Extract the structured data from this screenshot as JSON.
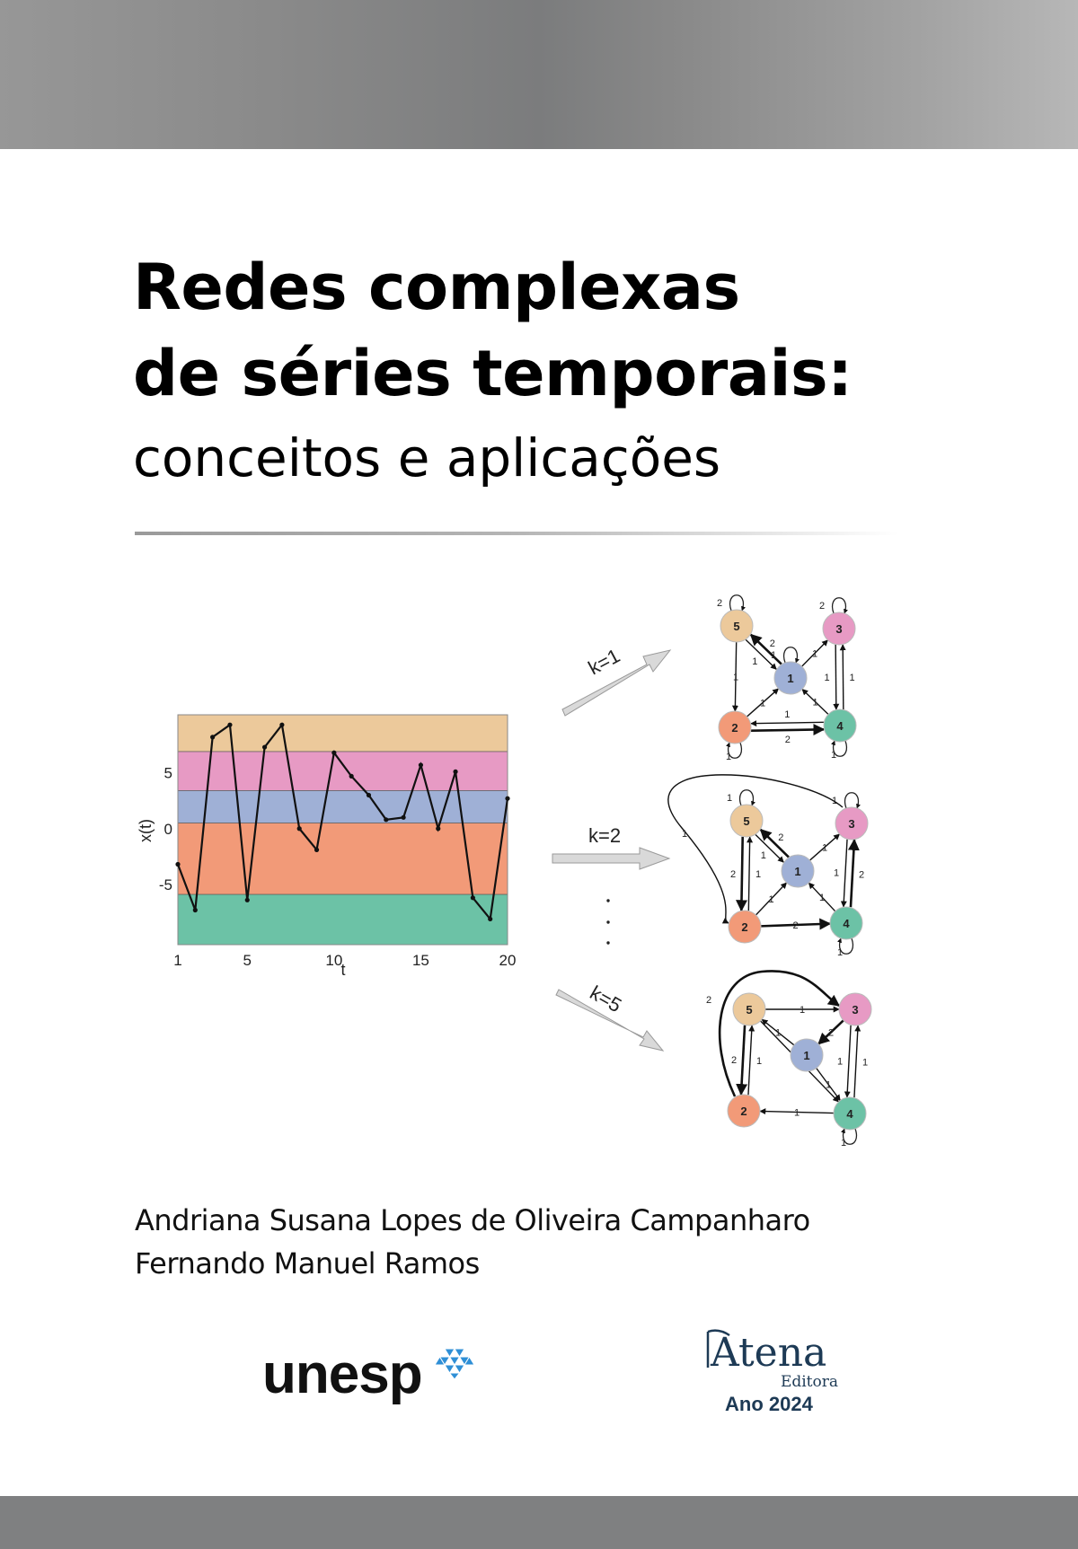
{
  "cover": {
    "title_line1": "Redes complexas",
    "title_line2": "de séries temporais:",
    "subtitle": "conceitos e aplicações",
    "authors": [
      "Andriana Susana Lopes de Oliveira Campanharo",
      "Fernando Manuel Ramos"
    ],
    "institution_logo": "unesp",
    "publisher": {
      "name": "Atena",
      "sub": "Editora",
      "year_label": "Ano 2024"
    },
    "colors": {
      "top_band": "#7b7c7d",
      "bottom_band": "#7f8081",
      "publisher": "#1d3a55",
      "unesp_blue": "#2f8fd6"
    }
  },
  "figure": {
    "arrows": [
      {
        "label": "k=1"
      },
      {
        "label": "k=2"
      },
      {
        "label": "k=5"
      }
    ],
    "ellipsis": "· · ·"
  },
  "chart_data": {
    "type": "line",
    "title": "",
    "xlabel": "t",
    "ylabel": "x(t)",
    "x": [
      1,
      2,
      3,
      4,
      5,
      6,
      7,
      8,
      9,
      10,
      11,
      12,
      13,
      14,
      15,
      16,
      17,
      18,
      19,
      20
    ],
    "values": [
      -3.2,
      -7.3,
      8.2,
      9.3,
      -6.4,
      7.3,
      9.3,
      0.0,
      -1.9,
      6.8,
      4.7,
      3.0,
      0.8,
      1.0,
      5.7,
      0.0,
      5.1,
      -6.2,
      -8.1,
      2.7
    ],
    "xticks": [
      1,
      5,
      10,
      15,
      20
    ],
    "yticks": [
      -5,
      0,
      5
    ],
    "xlim": [
      1,
      20
    ],
    "ylim": [
      -10.4,
      10.2
    ],
    "grid": false,
    "bands": [
      {
        "from": 6.9,
        "to": 10.2,
        "color": "#ecc99b",
        "node": 5
      },
      {
        "from": 3.4,
        "to": 6.9,
        "color": "#e79ac4",
        "node": 3
      },
      {
        "from": 0.5,
        "to": 3.4,
        "color": "#9fb0d6",
        "node": 1
      },
      {
        "from": -5.9,
        "to": 0.5,
        "color": "#f29a78",
        "node": 2
      },
      {
        "from": -10.4,
        "to": -5.9,
        "color": "#6cc2a6",
        "node": 4
      }
    ],
    "networks": [
      {
        "k": 1,
        "nodes": [
          "1",
          "2",
          "3",
          "4",
          "5"
        ],
        "edges": [
          {
            "from": "5",
            "to": "5",
            "w": 2
          },
          {
            "from": "5",
            "to": "1",
            "w": 1
          },
          {
            "from": "1",
            "to": "5",
            "w": 2
          },
          {
            "from": "1",
            "to": "1",
            "w": 1
          },
          {
            "from": "1",
            "to": "3",
            "w": 1
          },
          {
            "from": "3",
            "to": "3",
            "w": 2
          },
          {
            "from": "5",
            "to": "2",
            "w": 1
          },
          {
            "from": "2",
            "to": "1",
            "w": 1
          },
          {
            "from": "4",
            "to": "1",
            "w": 1
          },
          {
            "from": "3",
            "to": "4",
            "w": 1
          },
          {
            "from": "4",
            "to": "3",
            "w": 1
          },
          {
            "from": "2",
            "to": "4",
            "w": 2
          },
          {
            "from": "4",
            "to": "2",
            "w": 1
          },
          {
            "from": "2",
            "to": "2",
            "w": 1
          },
          {
            "from": "4",
            "to": "4",
            "w": 1
          }
        ]
      },
      {
        "k": 2,
        "nodes": [
          "1",
          "2",
          "3",
          "4",
          "5"
        ],
        "edges": [
          {
            "from": "5",
            "to": "5",
            "w": 1
          },
          {
            "from": "3",
            "to": "3",
            "w": 1
          },
          {
            "from": "3",
            "to": "2",
            "w": 1
          },
          {
            "from": "5",
            "to": "1",
            "w": 1
          },
          {
            "from": "1",
            "to": "5",
            "w": 2
          },
          {
            "from": "1",
            "to": "3",
            "w": 1
          },
          {
            "from": "5",
            "to": "2",
            "w": 2
          },
          {
            "from": "2",
            "to": "5",
            "w": 1
          },
          {
            "from": "2",
            "to": "1",
            "w": 1
          },
          {
            "from": "4",
            "to": "1",
            "w": 1
          },
          {
            "from": "3",
            "to": "4",
            "w": 1
          },
          {
            "from": "4",
            "to": "3",
            "w": 2
          },
          {
            "from": "2",
            "to": "4",
            "w": 2
          },
          {
            "from": "4",
            "to": "4",
            "w": 1
          }
        ]
      },
      {
        "k": 5,
        "nodes": [
          "1",
          "2",
          "3",
          "4",
          "5"
        ],
        "edges": [
          {
            "from": "2",
            "to": "3",
            "w": 2
          },
          {
            "from": "5",
            "to": "3",
            "w": 1
          },
          {
            "from": "3",
            "to": "1",
            "w": 2
          },
          {
            "from": "1",
            "to": "5",
            "w": 1
          },
          {
            "from": "2",
            "to": "5",
            "w": 1
          },
          {
            "from": "5",
            "to": "2",
            "w": 2
          },
          {
            "from": "5",
            "to": "4",
            "w": 1
          },
          {
            "from": "1",
            "to": "4",
            "w": 1
          },
          {
            "from": "3",
            "to": "4",
            "w": 1
          },
          {
            "from": "4",
            "to": "3",
            "w": 1
          },
          {
            "from": "4",
            "to": "2",
            "w": 1
          },
          {
            "from": "4",
            "to": "4",
            "w": 1
          }
        ]
      }
    ]
  }
}
